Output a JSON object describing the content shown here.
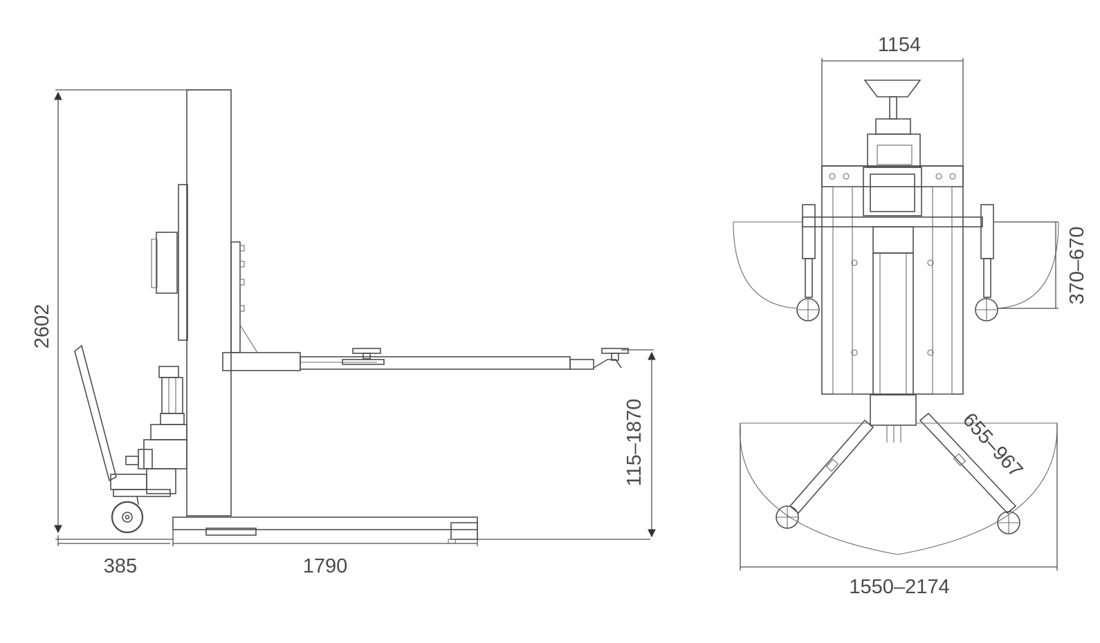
{
  "dimensions": {
    "side_height": "2602",
    "side_rear": "385",
    "side_length": "1790",
    "side_lift_range": "115–1870",
    "top_width": "1154",
    "top_front_range": "370–670",
    "top_arm_range": "655–967",
    "top_span_range": "1550–2174"
  }
}
